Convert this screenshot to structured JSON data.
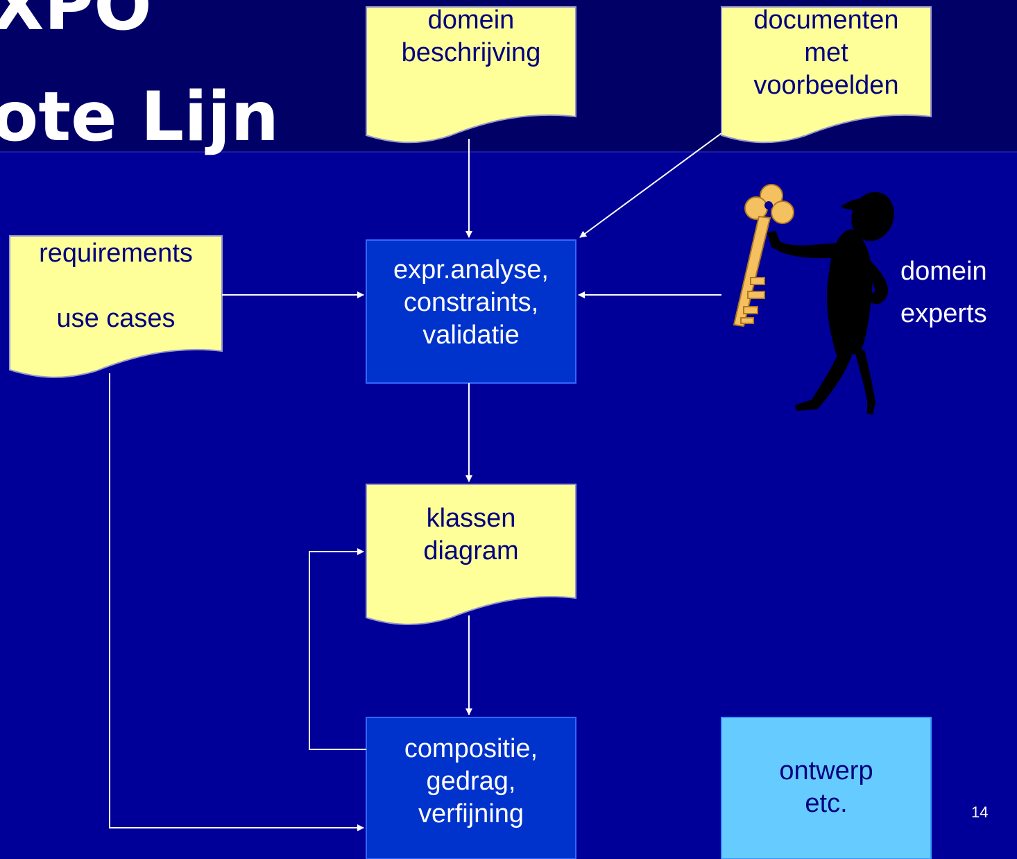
{
  "title": {
    "line1": "XPO",
    "line2": "ote Lijn"
  },
  "nodes": {
    "domain_description": {
      "line1": "domein",
      "line2": "beschrijving"
    },
    "example_documents": {
      "line1": "documenten",
      "line2": "met",
      "line3": "voorbeelden"
    },
    "requirements": {
      "line1": "requirements",
      "line2": "use cases"
    },
    "analysis": {
      "line1": "expr.analyse,",
      "line2": "constraints,",
      "line3": "validatie"
    },
    "class_diagram": {
      "line1": "klassen",
      "line2": "diagram"
    },
    "composition": {
      "line1": "compositie,",
      "line2": "gedrag,",
      "line3": "verfijning"
    },
    "design": {
      "line1": "ontwerp",
      "line2": "etc."
    }
  },
  "domain_experts": {
    "line1": "domein",
    "line2": "experts"
  },
  "page_number": "14",
  "colors": {
    "background": "#000099",
    "header_band": "#000066",
    "document_fill": "#ffff99",
    "process_fill": "#0033cc",
    "design_fill": "#66ccff",
    "text_dark": "#000080",
    "text_light": "#ffffff",
    "connector": "#ffffff"
  },
  "icons": {
    "key": "key-icon",
    "person": "person-silhouette-icon"
  }
}
